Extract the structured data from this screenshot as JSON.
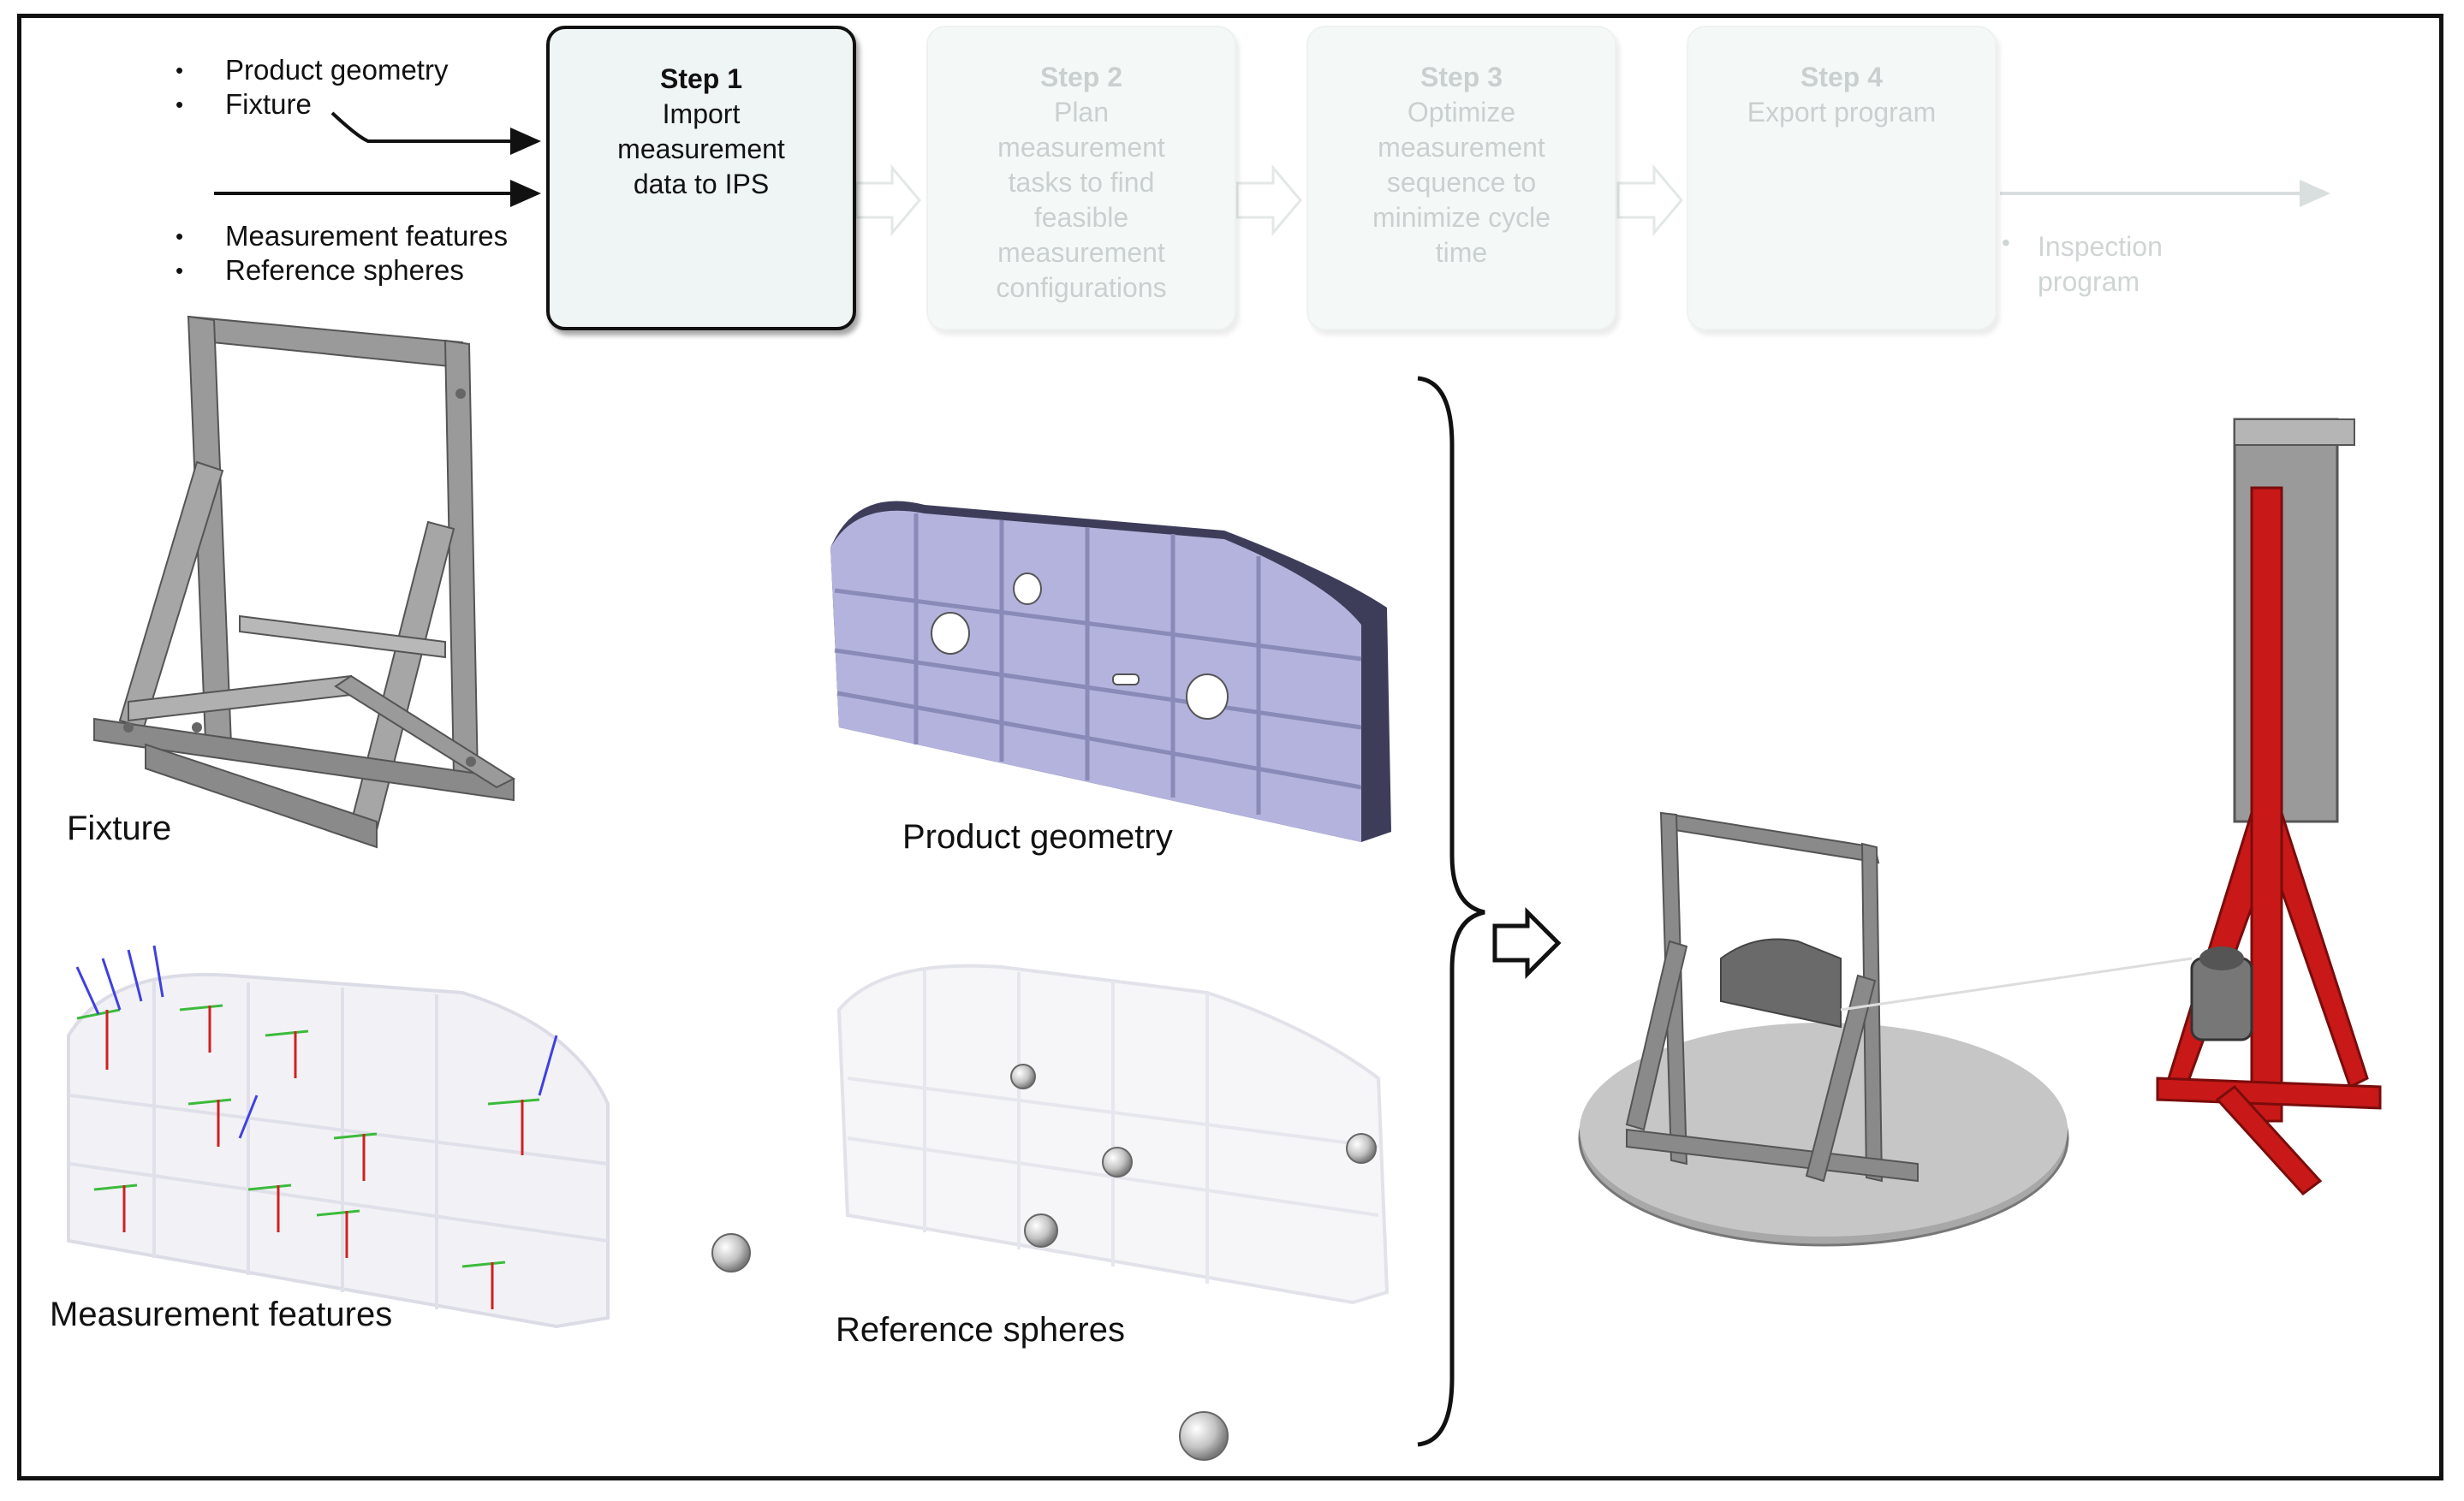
{
  "inputs_top": [
    "Product geometry",
    "Fixture"
  ],
  "inputs_bottom": [
    "Measurement  features",
    "Reference spheres"
  ],
  "steps": [
    {
      "num": "Step 1",
      "body": "Import\nmeasurement\ndata to IPS",
      "state": "active"
    },
    {
      "num": "Step 2",
      "body": "Plan\nmeasurement\ntasks to find\nfeasible\nmeasurement\nconfigurations",
      "state": "faded"
    },
    {
      "num": "Step 3",
      "body": "Optimize\nmeasurement\nsequence to\nminimize cycle\ntime",
      "state": "faded"
    },
    {
      "num": "Step 4",
      "body": "Export program",
      "state": "faded"
    }
  ],
  "output": {
    "label": "Inspection\nprogram"
  },
  "captions": {
    "fixture": "Fixture",
    "product_geometry": "Product geometry",
    "measurement_features": "Measurement features",
    "reference_spheres": "Reference spheres"
  },
  "colors": {
    "part_fill": "#b3b3dd",
    "part_dark": "#3d3d5a",
    "robot_red": "#c81818",
    "fixture_gray": "#8c8c8c",
    "faded_text": "#c9d0cf"
  }
}
